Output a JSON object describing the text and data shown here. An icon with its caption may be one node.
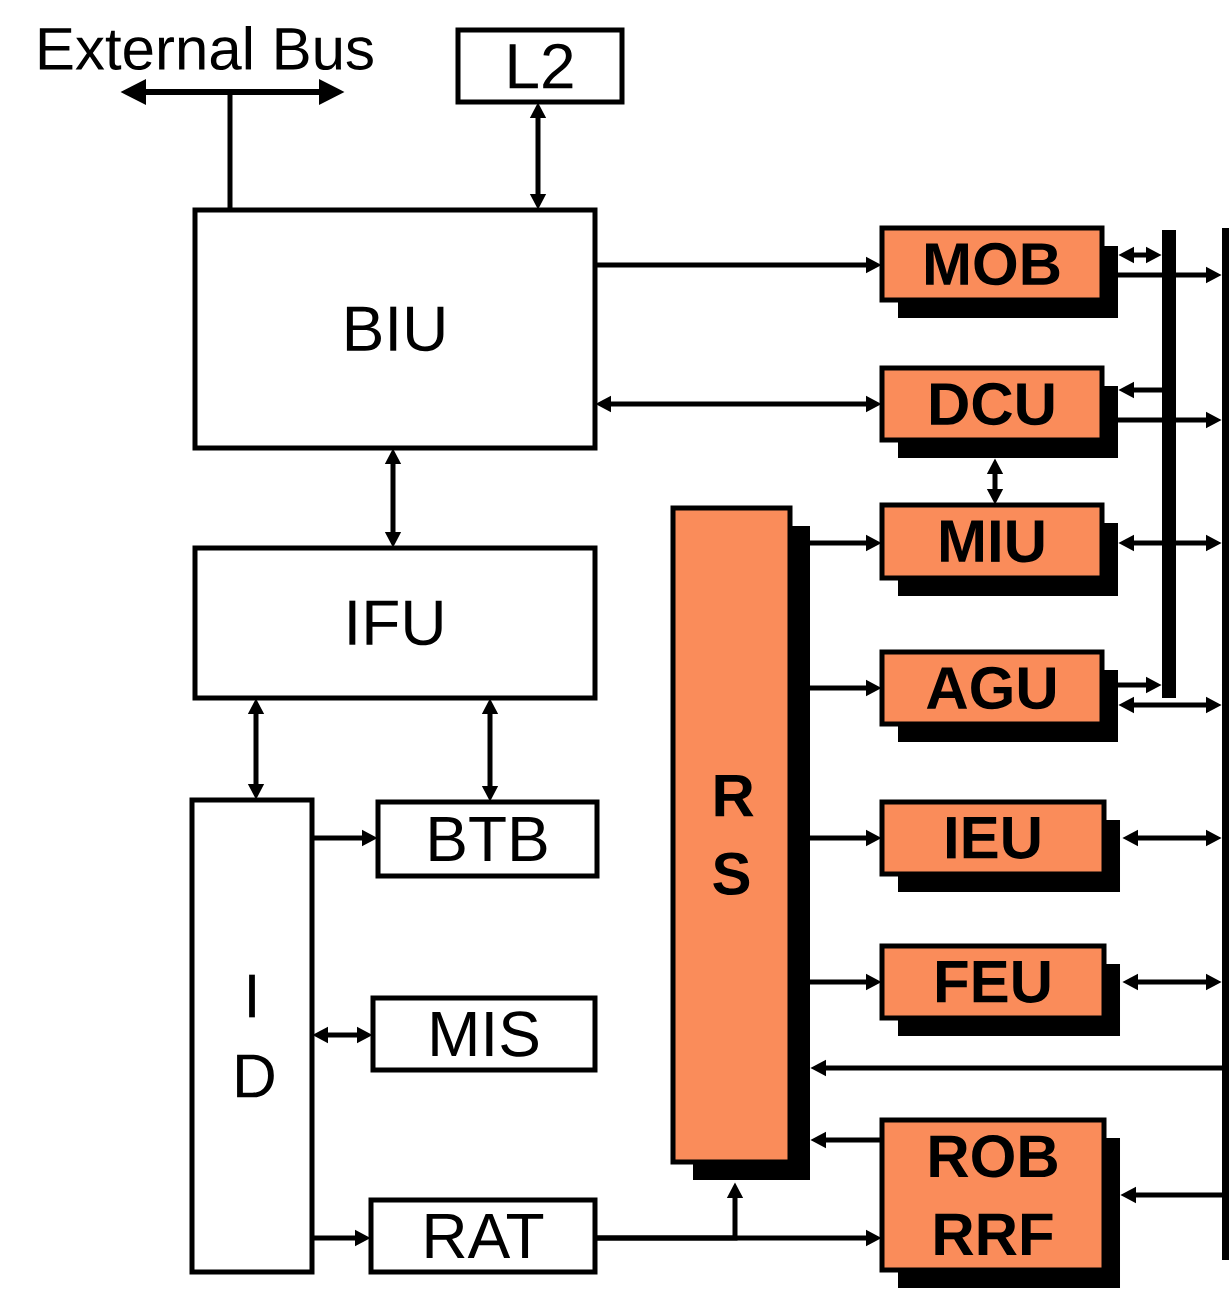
{
  "diagram": {
    "nodes": [
      {
        "text": [
          "External Bus"
        ]
      },
      {
        "text": [
          "L2"
        ]
      },
      {
        "text": [
          "BIU"
        ]
      },
      {
        "text": [
          "IFU"
        ]
      },
      {
        "text": [
          "I D"
        ]
      },
      {
        "text": [
          "BTB"
        ]
      },
      {
        "text": [
          "MIS"
        ]
      },
      {
        "text": [
          "RAT"
        ]
      },
      {
        "text": [
          "R S"
        ]
      },
      {
        "text": [
          "MOB"
        ]
      },
      {
        "text": [
          "DCU"
        ]
      },
      {
        "text": [
          "MIU"
        ]
      },
      {
        "text": [
          "AGU"
        ]
      },
      {
        "text": [
          "IEU"
        ]
      },
      {
        "text": [
          "FEU"
        ]
      },
      {
        "text": [
          "ROB RRF"
        ]
      },
      {
        "text": [],
        "shape": "bar"
      },
      {
        "text": [],
        "shape": "bar"
      }
    ],
    "edges": [
      {
        "from": 2,
        "to": 0,
        "arrow": "none"
      },
      {
        "from": 2,
        "to": 1,
        "arrow": "both"
      },
      {
        "from": 2,
        "to": 9,
        "arrow": "to"
      },
      {
        "from": 2,
        "to": 10,
        "arrow": "both"
      },
      {
        "from": 2,
        "to": 3,
        "arrow": "both"
      },
      {
        "from": 3,
        "to": 4,
        "arrow": "both"
      },
      {
        "from": 3,
        "to": 5,
        "arrow": "both"
      },
      {
        "from": 4,
        "to": 5,
        "arrow": "to"
      },
      {
        "from": 4,
        "to": 6,
        "arrow": "both"
      },
      {
        "from": 4,
        "to": 7,
        "arrow": "to"
      },
      {
        "from": 7,
        "to": 15,
        "arrow": "to"
      },
      {
        "from": 7,
        "to": 8,
        "arrow": "to"
      },
      {
        "from": 8,
        "to": 11,
        "arrow": "to"
      },
      {
        "from": 8,
        "to": 12,
        "arrow": "to"
      },
      {
        "from": 8,
        "to": 13,
        "arrow": "to"
      },
      {
        "from": 8,
        "to": 14,
        "arrow": "to"
      },
      {
        "from": 15,
        "to": 8,
        "arrow": "to"
      },
      {
        "from": 17,
        "to": 8,
        "arrow": "to"
      },
      {
        "from": 10,
        "to": 11,
        "arrow": "both"
      },
      {
        "from": 9,
        "to": 16,
        "arrow": "both"
      },
      {
        "from": 9,
        "to": 17,
        "arrow": "to"
      },
      {
        "from": 16,
        "to": 10,
        "arrow": "to"
      },
      {
        "from": 10,
        "to": 17,
        "arrow": "to"
      },
      {
        "from": 11,
        "to": 17,
        "arrow": "both"
      },
      {
        "from": 12,
        "to": 16,
        "arrow": "to"
      },
      {
        "from": 12,
        "to": 17,
        "arrow": "both"
      },
      {
        "from": 13,
        "to": 17,
        "arrow": "both"
      },
      {
        "from": 14,
        "to": 17,
        "arrow": "both"
      },
      {
        "from": 17,
        "to": 15,
        "arrow": "to"
      }
    ]
  }
}
